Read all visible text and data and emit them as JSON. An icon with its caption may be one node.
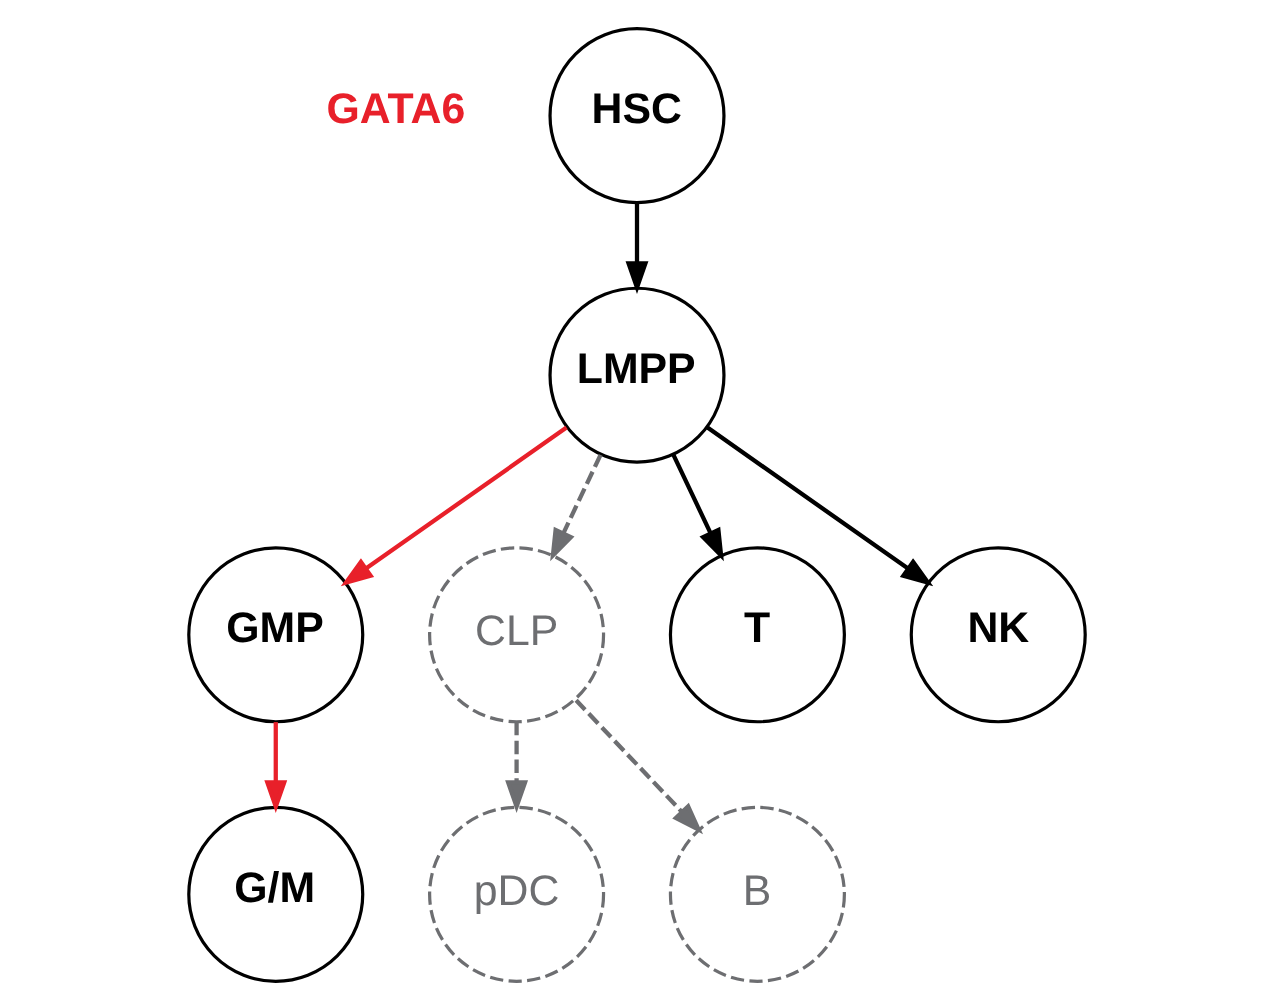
{
  "diagram": {
    "nodes": [
      {
        "text": [
          "HSC"
        ]
      },
      {
        "text": [
          "LMPP"
        ]
      },
      {
        "text": [
          "GMP"
        ]
      },
      {
        "text": [
          "CLP"
        ]
      },
      {
        "text": [
          "G/M"
        ]
      },
      {
        "text": [
          "pDC"
        ]
      },
      {
        "text": [
          "B"
        ]
      },
      {
        "text": [
          "T"
        ]
      },
      {
        "text": [
          "NK"
        ]
      }
    ],
    "edges": [
      {
        "from": 0,
        "to": 1,
        "arrow": "to"
      },
      {
        "from": 1,
        "to": 2,
        "arrow": "to",
        "color": "#e8202a"
      },
      {
        "from": 1,
        "to": 3,
        "arrow": "to",
        "style": "dashed",
        "color": "#6d6e71"
      },
      {
        "from": 2,
        "to": 4,
        "arrow": "to",
        "color": "#e8202a"
      },
      {
        "from": 3,
        "to": 5,
        "arrow": "to",
        "style": "dashed",
        "color": "#6d6e71"
      },
      {
        "from": 3,
        "to": 6,
        "arrow": "to",
        "style": "dashed",
        "color": "#6d6e71"
      },
      {
        "from": 1,
        "to": 7,
        "arrow": "to"
      },
      {
        "from": 1,
        "to": 8,
        "arrow": "to"
      }
    ],
    "labels": [
      "GATA6"
    ]
  }
}
